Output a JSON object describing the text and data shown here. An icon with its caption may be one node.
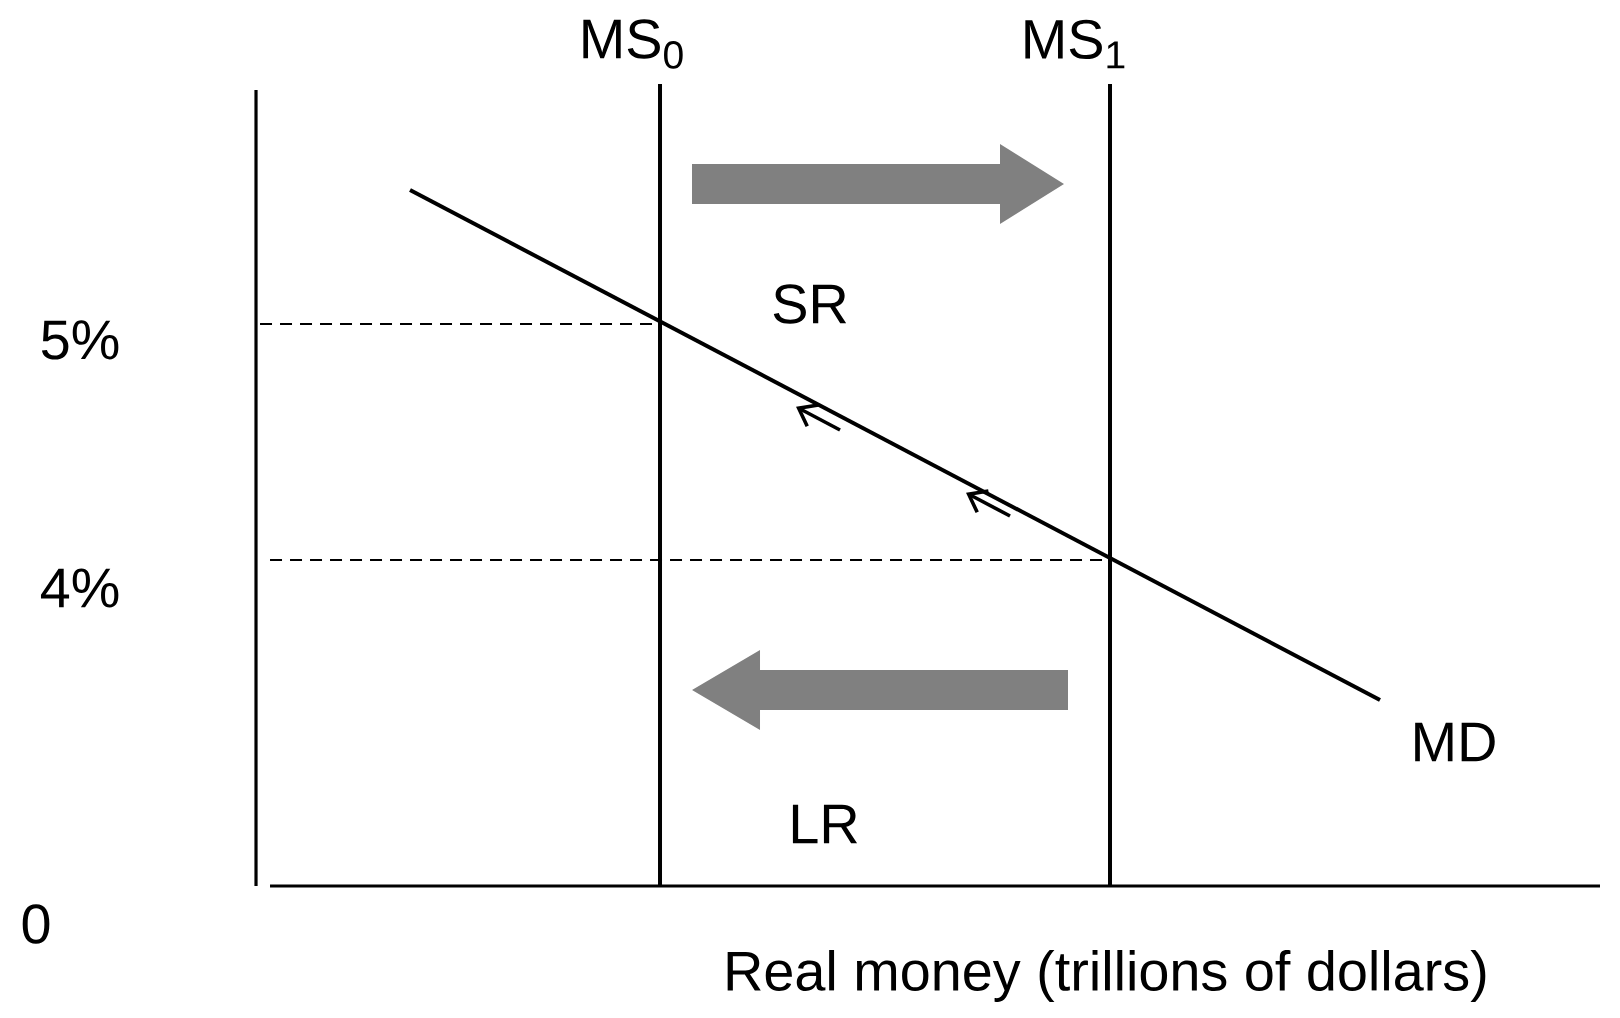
{
  "diagram": {
    "labels": [
      "MS$_{0}$",
      "MS$_{1}$",
      "SR",
      "5%",
      "4%",
      "MD",
      "LR",
      "0",
      "Real money (trillions of dollars)"
    ]
  }
}
